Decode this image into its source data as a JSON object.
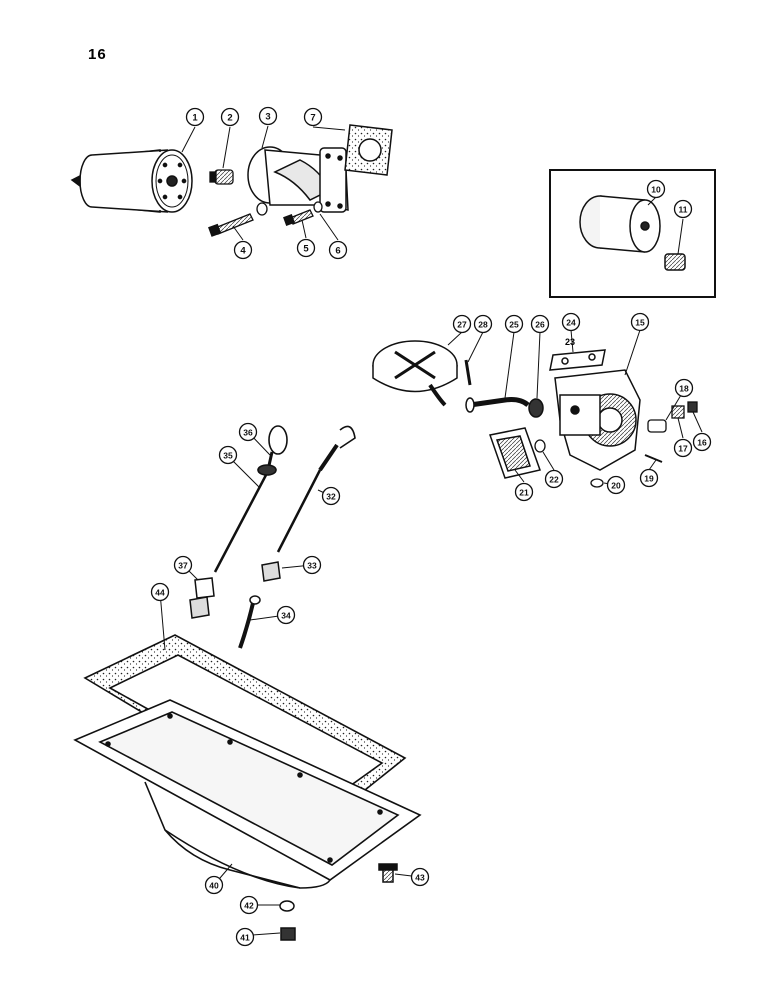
{
  "page": {
    "number": "16"
  },
  "callouts": [
    {
      "id": "1",
      "label": "1"
    },
    {
      "id": "2",
      "label": "2"
    },
    {
      "id": "3",
      "label": "3"
    },
    {
      "id": "4",
      "label": "4"
    },
    {
      "id": "5",
      "label": "5"
    },
    {
      "id": "6",
      "label": "6"
    },
    {
      "id": "7",
      "label": "7"
    },
    {
      "id": "10",
      "label": "10"
    },
    {
      "id": "11",
      "label": "11"
    },
    {
      "id": "15",
      "label": "15"
    },
    {
      "id": "16",
      "label": "16"
    },
    {
      "id": "17",
      "label": "17"
    },
    {
      "id": "18",
      "label": "18"
    },
    {
      "id": "19",
      "label": "19"
    },
    {
      "id": "20",
      "label": "20"
    },
    {
      "id": "21",
      "label": "21"
    },
    {
      "id": "22",
      "label": "22"
    },
    {
      "id": "23",
      "label": "23"
    },
    {
      "id": "24",
      "label": "24"
    },
    {
      "id": "25",
      "label": "25"
    },
    {
      "id": "26",
      "label": "26"
    },
    {
      "id": "27",
      "label": "27"
    },
    {
      "id": "28",
      "label": "28"
    },
    {
      "id": "32",
      "label": "32"
    },
    {
      "id": "33",
      "label": "33"
    },
    {
      "id": "34",
      "label": "34"
    },
    {
      "id": "35",
      "label": "35"
    },
    {
      "id": "36",
      "label": "36"
    },
    {
      "id": "37",
      "label": "37"
    },
    {
      "id": "40",
      "label": "40"
    },
    {
      "id": "41",
      "label": "41"
    },
    {
      "id": "42",
      "label": "42"
    },
    {
      "id": "43",
      "label": "43"
    },
    {
      "id": "44",
      "label": "44"
    }
  ],
  "colors": {
    "ink": "#111111",
    "paper": "#ffffff",
    "shade": "#555555"
  }
}
